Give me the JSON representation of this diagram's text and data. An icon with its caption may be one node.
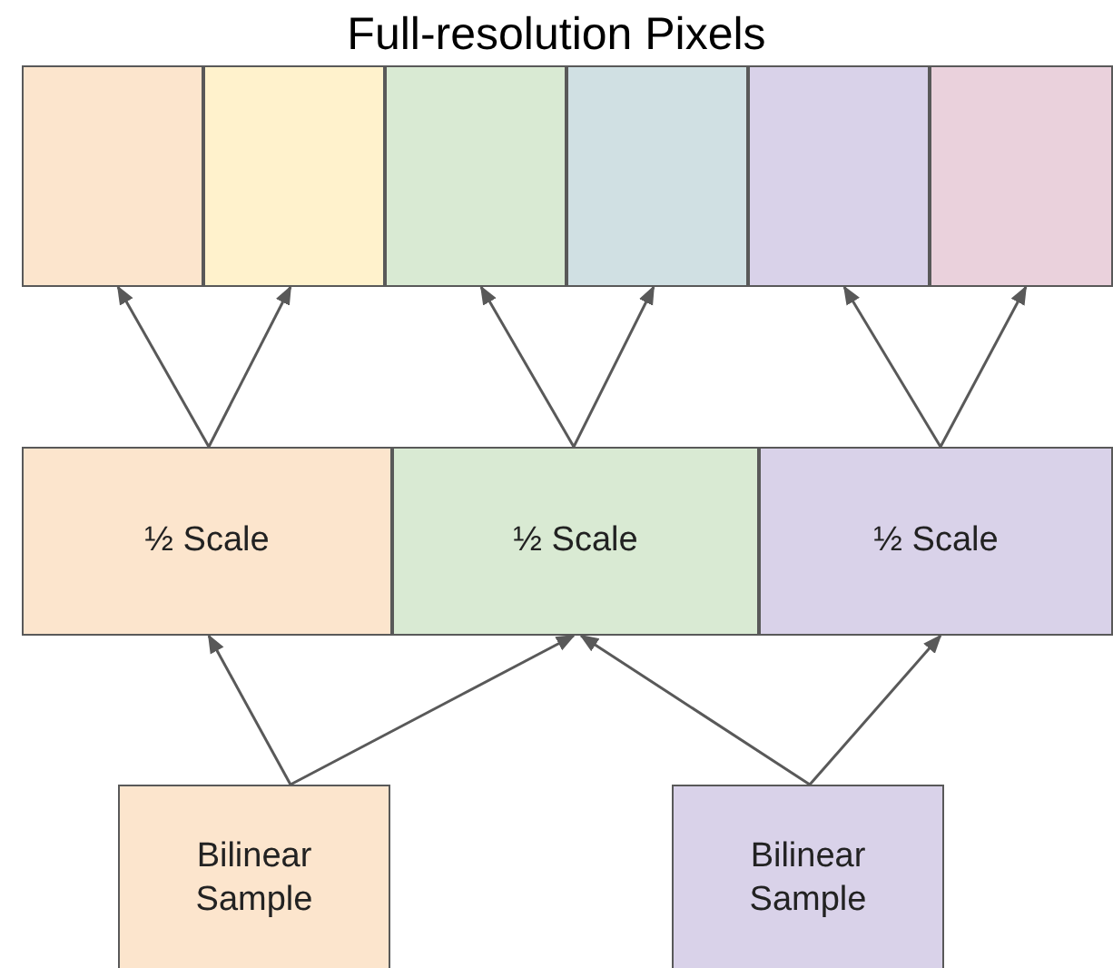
{
  "diagram": {
    "title": "Full-resolution Pixels",
    "nodes": [
      {
        "text": [],
        "shape": "box"
      },
      {
        "text": [],
        "shape": "box"
      },
      {
        "text": [],
        "shape": "box"
      },
      {
        "text": [],
        "shape": "box"
      },
      {
        "text": [],
        "shape": "box"
      },
      {
        "text": [],
        "shape": "box"
      },
      {
        "text": [
          "½ Scale"
        ]
      },
      {
        "text": [
          "½ Scale"
        ]
      },
      {
        "text": [
          "½ Scale"
        ]
      },
      {
        "text": [
          "Bilinear Sample"
        ]
      },
      {
        "text": [
          "Bilinear Sample"
        ]
      }
    ],
    "edges": [
      {
        "from": 6,
        "to": 0,
        "arrow": "to"
      },
      {
        "from": 6,
        "to": 1,
        "arrow": "to"
      },
      {
        "from": 7,
        "to": 2,
        "arrow": "to"
      },
      {
        "from": 7,
        "to": 3,
        "arrow": "to"
      },
      {
        "from": 8,
        "to": 4,
        "arrow": "to"
      },
      {
        "from": 8,
        "to": 5,
        "arrow": "to"
      },
      {
        "from": 9,
        "to": 6,
        "arrow": "to"
      },
      {
        "from": 9,
        "to": 7,
        "arrow": "to"
      },
      {
        "from": 10,
        "to": 7,
        "arrow": "to"
      },
      {
        "from": 10,
        "to": 8,
        "arrow": "to"
      }
    ]
  }
}
